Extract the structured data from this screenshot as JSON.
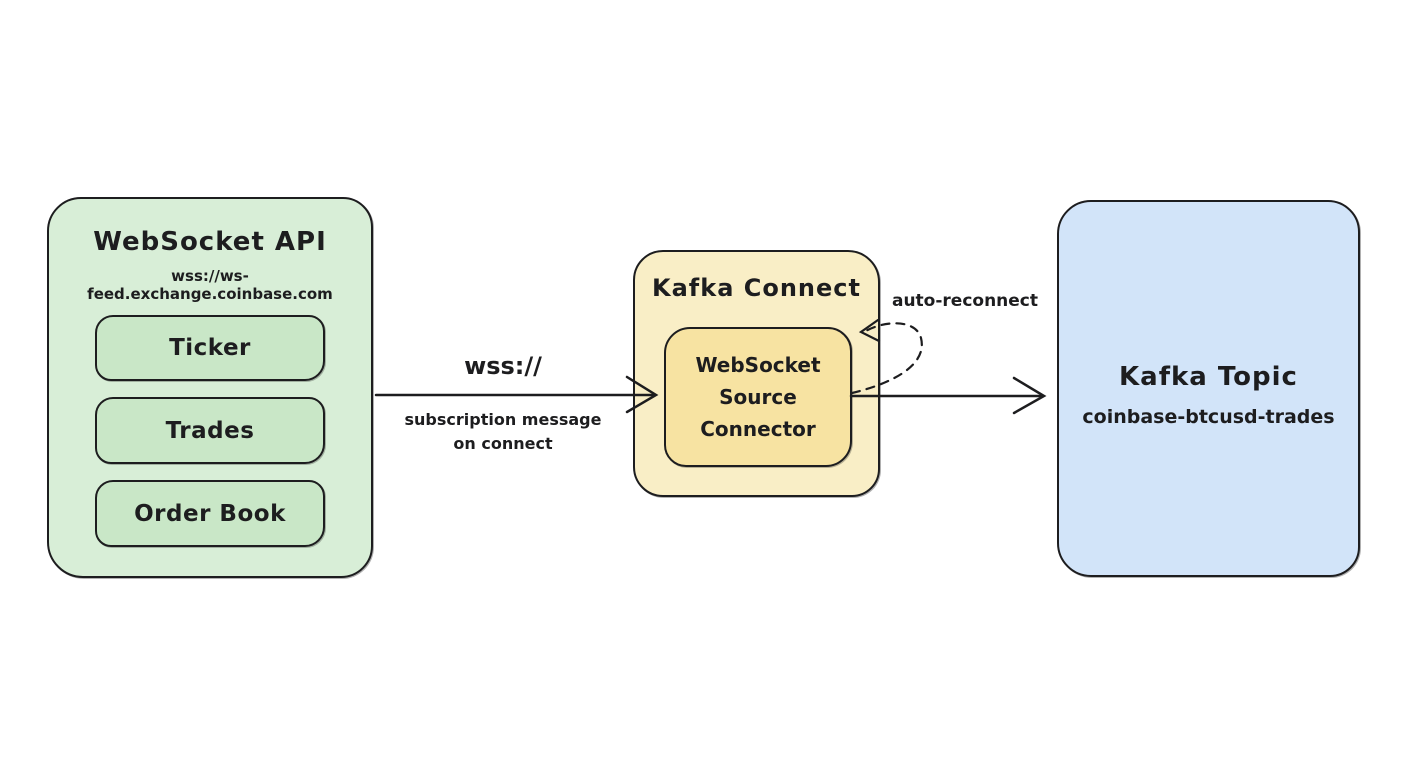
{
  "canvas": {
    "background": "#ffffff",
    "stroke_color": "#1d1d1f"
  },
  "nodes": {
    "websocket_api": {
      "title": "WebSocket API",
      "subtitle": "wss://ws-feed.exchange.coinbase.com",
      "fill": "#d8eed7",
      "channel_fill": "#c9e7c7",
      "channels": [
        {
          "label": "Ticker"
        },
        {
          "label": "Trades"
        },
        {
          "label": "Order Book"
        }
      ]
    },
    "kafka_connect": {
      "title": "Kafka Connect",
      "fill": "#f9eec6",
      "connector": {
        "label": "WebSocket\nSource\nConnector",
        "fill": "#f7e3a2"
      }
    },
    "kafka_topic": {
      "title": "Kafka Topic",
      "subtitle": "coinbase-btcusd-trades",
      "fill": "#d2e4f9"
    }
  },
  "edges": {
    "wss": {
      "label": "wss://",
      "sublabel": "subscription message\non connect"
    },
    "to_topic": {},
    "auto_reconnect": {
      "label": "auto-reconnect"
    }
  }
}
